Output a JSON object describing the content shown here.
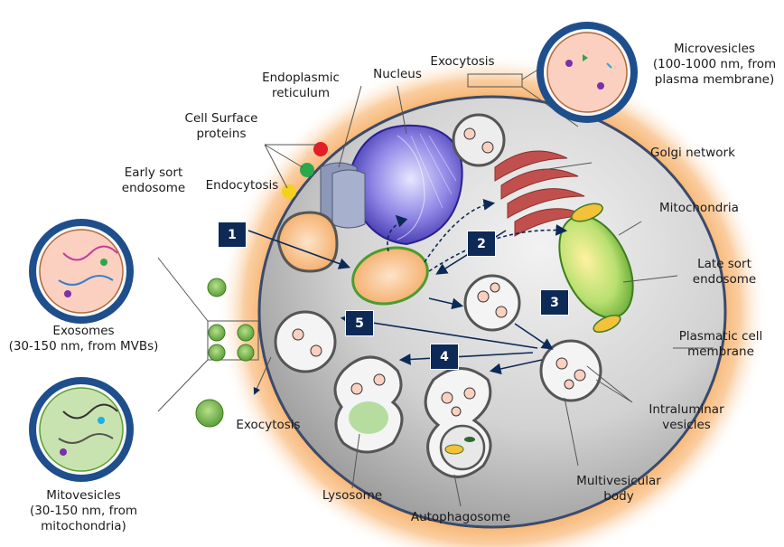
{
  "labels": {
    "microvesicles": "Microvesicles\n(100-1000 nm, from\nplasma membrane)",
    "exocytosis_top": "Exocytosis",
    "nucleus": "Nucleus",
    "er": "Endoplasmic\nreticulum",
    "cell_surface": "Cell Surface\nproteins",
    "early_sort": "Early sort\nendosome",
    "endocytosis": "Endocytosis",
    "golgi": "Golgi network",
    "mitochondria": "Mitochondria",
    "late_sort": "Late sort\nendosome",
    "plasmatic": "Plasmatic cell\nmembrane",
    "intraluminar": "Intraluminar\nvesicles",
    "multivesicular": "Multivesicular\nbody",
    "autophagosome": "Autophagosome",
    "lysosome": "Lysosome",
    "exocytosis_bottom": "Exocytosis",
    "exosomes": "Exosomes\n(30-150 nm, from MVBs)",
    "mitovesicles": "Mitovesicles\n(30-150 nm, from\nmitochondria)"
  },
  "steps": [
    "1",
    "2",
    "3",
    "4",
    "5"
  ],
  "colors": {
    "glow": "#f7a24a",
    "cytoplasm": "#d9d9d9",
    "membrane": "#3b4a6b",
    "step_box": "#0d2a57",
    "vesicle_shell": "#1f4e8c",
    "exosome_core": "#f8c9b8",
    "mitovesicle_core": "#c9e3b0",
    "nucleus": "#5a4fc6",
    "golgi": "#c0504d",
    "mito": "#7cc242"
  }
}
